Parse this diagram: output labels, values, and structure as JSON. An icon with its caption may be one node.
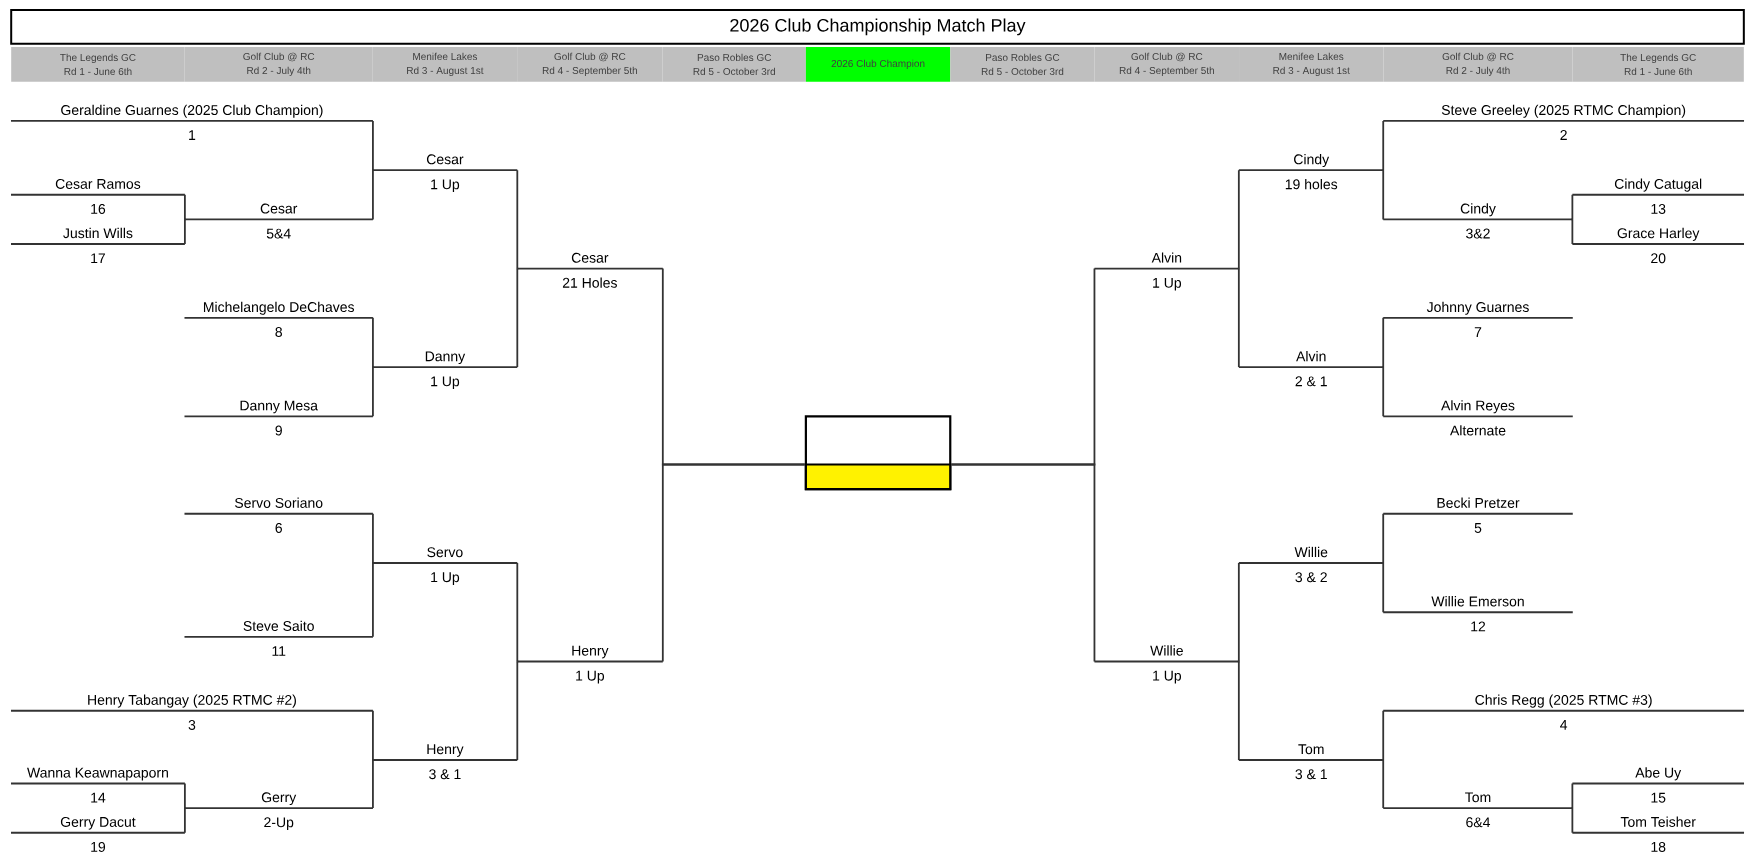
{
  "diagram": {
    "title": "2026 Club Championship Match Play",
    "nodes": [
      {
        "text": [
          "The Legends GC",
          "Rd 1 - June 6th"
        ]
      },
      {
        "text": [
          "Golf Club @ RC",
          "Rd 2 - July 4th"
        ]
      },
      {
        "text": [
          "Menifee Lakes",
          "Rd 3 - August 1st"
        ]
      },
      {
        "text": [
          "Golf Club @ RC",
          "Rd 4 - September 5th"
        ]
      },
      {
        "text": [
          "Paso Robles GC",
          "Rd 5 - October 3rd"
        ]
      },
      {
        "text": [
          "2026 Club Champion"
        ]
      },
      {
        "text": [
          "Paso Robles GC",
          "Rd 5 - October 3rd"
        ]
      },
      {
        "text": [
          "Golf Club @ RC",
          "Rd 4 - September 5th"
        ]
      },
      {
        "text": [
          "Menifee Lakes",
          "Rd 3 - August 1st"
        ]
      },
      {
        "text": [
          "Golf Club @ RC",
          "Rd 2 - July 4th"
        ]
      },
      {
        "text": [
          "The Legends GC",
          "Rd 1 - June 6th"
        ]
      },
      {
        "text": [
          "Geraldine Guarnes (2025 Club Champion)",
          "1"
        ]
      },
      {
        "text": [
          "Cesar",
          "1 Up"
        ]
      },
      {
        "text": [
          "Cesar Ramos",
          "16"
        ]
      },
      {
        "text": [
          "Cesar",
          "5&4"
        ]
      },
      {
        "text": [
          "Justin Wills",
          "17"
        ]
      },
      {
        "text": [
          "Cesar",
          "21 Holes"
        ]
      },
      {
        "text": [
          "Michelangelo DeChaves",
          "8"
        ]
      },
      {
        "text": [
          "Danny",
          "1 Up"
        ]
      },
      {
        "text": [
          "Danny Mesa",
          "9"
        ]
      },
      {
        "text": [
          "Servo Soriano",
          "6"
        ]
      },
      {
        "text": [
          "Servo",
          "1 Up"
        ]
      },
      {
        "text": [
          "Steve Saito",
          "11"
        ]
      },
      {
        "text": [
          "Henry",
          "1 Up"
        ]
      },
      {
        "text": [
          "Henry Tabangay (2025 RTMC #2)",
          "3"
        ]
      },
      {
        "text": [
          "Henry",
          "3 & 1"
        ]
      },
      {
        "text": [
          "Wanna Keawnapaporn",
          "14"
        ]
      },
      {
        "text": [
          "Gerry",
          "2-Up"
        ]
      },
      {
        "text": [
          "Gerry Dacut",
          "19"
        ]
      },
      {
        "text": [],
        "shape": "box"
      },
      {
        "text": [],
        "shape": "box",
        "in": 29
      },
      {
        "text": [
          "Steve Greeley (2025 RTMC Champion)",
          "2"
        ]
      },
      {
        "text": [
          "Cindy",
          "19 holes"
        ]
      },
      {
        "text": [
          "Cindy Catugal",
          "13"
        ]
      },
      {
        "text": [
          "Cindy",
          "3&2"
        ]
      },
      {
        "text": [
          "Grace Harley",
          "20"
        ]
      },
      {
        "text": [
          "Alvin",
          "1 Up"
        ]
      },
      {
        "text": [
          "Johnny Guarnes",
          "7"
        ]
      },
      {
        "text": [
          "Alvin",
          "2 & 1"
        ]
      },
      {
        "text": [
          "Alvin Reyes",
          "Alternate"
        ]
      },
      {
        "text": [
          "Becki Pretzer",
          "5"
        ]
      },
      {
        "text": [
          "Willie",
          "3 & 2"
        ]
      },
      {
        "text": [
          "Willie Emerson",
          "12"
        ]
      },
      {
        "text": [
          "Willie",
          "1 Up"
        ]
      },
      {
        "text": [
          "Chris Regg (2025 RTMC #3)",
          "4"
        ]
      },
      {
        "text": [
          "Tom",
          "3 & 1"
        ]
      },
      {
        "text": [
          "Abe Uy",
          "15"
        ]
      },
      {
        "text": [
          "Tom",
          "6&4"
        ]
      },
      {
        "text": [
          "Tom Teisher",
          "18"
        ]
      }
    ],
    "edges": [
      {
        "from": 11,
        "to": 12,
        "arrow": "none"
      },
      {
        "from": 14,
        "to": 12,
        "arrow": "none"
      },
      {
        "from": 13,
        "to": 14,
        "arrow": "none"
      },
      {
        "from": 15,
        "to": 14,
        "arrow": "none"
      },
      {
        "from": 12,
        "to": 16,
        "arrow": "none"
      },
      {
        "from": 18,
        "to": 16,
        "arrow": "none"
      },
      {
        "from": 17,
        "to": 18,
        "arrow": "none"
      },
      {
        "from": 19,
        "to": 18,
        "arrow": "none"
      },
      {
        "from": 20,
        "to": 21,
        "arrow": "none"
      },
      {
        "from": 22,
        "to": 21,
        "arrow": "none"
      },
      {
        "from": 21,
        "to": 23,
        "arrow": "none"
      },
      {
        "from": 25,
        "to": 23,
        "arrow": "none"
      },
      {
        "from": 24,
        "to": 25,
        "arrow": "none"
      },
      {
        "from": 27,
        "to": 25,
        "arrow": "none"
      },
      {
        "from": 26,
        "to": 27,
        "arrow": "none"
      },
      {
        "from": 28,
        "to": 27,
        "arrow": "none"
      },
      {
        "from": 16,
        "to": 29,
        "arrow": "none"
      },
      {
        "from": 23,
        "to": 29,
        "arrow": "none"
      },
      {
        "from": 36,
        "to": 29,
        "arrow": "none"
      },
      {
        "from": 43,
        "to": 29,
        "arrow": "none"
      },
      {
        "from": 32,
        "to": 36,
        "arrow": "none"
      },
      {
        "from": 38,
        "to": 36,
        "arrow": "none"
      },
      {
        "from": 31,
        "to": 32,
        "arrow": "none"
      },
      {
        "from": 34,
        "to": 32,
        "arrow": "none"
      },
      {
        "from": 33,
        "to": 34,
        "arrow": "none"
      },
      {
        "from": 35,
        "to": 34,
        "arrow": "none"
      },
      {
        "from": 37,
        "to": 38,
        "arrow": "none"
      },
      {
        "from": 39,
        "to": 38,
        "arrow": "none"
      },
      {
        "from": 41,
        "to": 43,
        "arrow": "none"
      },
      {
        "from": 45,
        "to": 43,
        "arrow": "none"
      },
      {
        "from": 40,
        "to": 41,
        "arrow": "none"
      },
      {
        "from": 42,
        "to": 41,
        "arrow": "none"
      },
      {
        "from": 44,
        "to": 45,
        "arrow": "none"
      },
      {
        "from": 47,
        "to": 45,
        "arrow": "none"
      },
      {
        "from": 46,
        "to": 47,
        "arrow": "none"
      },
      {
        "from": 48,
        "to": 47,
        "arrow": "none"
      }
    ]
  }
}
